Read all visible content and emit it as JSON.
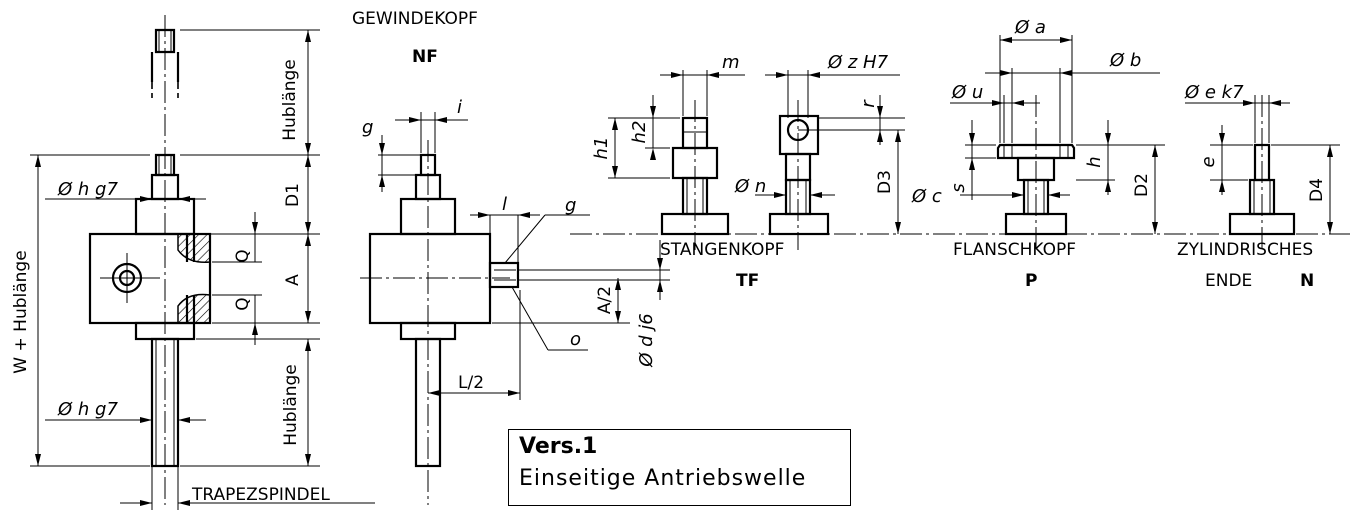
{
  "labels": {
    "gewindekopf": "GEWINDEKOPF",
    "nf": "NF",
    "stangenkopf": "STANGENKOPF",
    "tf": "TF",
    "flanschkopf": "FLANSCHKOPF",
    "p": "P",
    "zylindrisches": "ZYLINDRISCHES",
    "ende": "ENDE",
    "n": "N",
    "trapezspindel": "TRAPEZSPINDEL",
    "hublaenge": "Hublänge",
    "w_hublaenge": "W + Hublänge",
    "d1": "D1",
    "d2": "D2",
    "d3": "D3",
    "d4": "D4",
    "a_dim": "A",
    "a_half": "A/2",
    "q": "Q",
    "l_half": "L/2",
    "h_g7": "Ø h g7",
    "d_j6": "Ø d j6",
    "g": "g",
    "i": "i",
    "l": "l",
    "o": "o",
    "m": "m",
    "h1": "h1",
    "h2": "h2",
    "n_dia": "Ø n",
    "z_h7": "Ø z H7",
    "r": "r",
    "a_dia": "Ø a",
    "b_dia": "Ø b",
    "u_dia": "Ø u",
    "c_dia": "Ø c",
    "s": "s",
    "h": "h",
    "e_k7": "Ø e k7",
    "e": "e"
  },
  "legend": {
    "title": "Vers.1",
    "subtitle": "Einseitige Antriebswelle"
  }
}
